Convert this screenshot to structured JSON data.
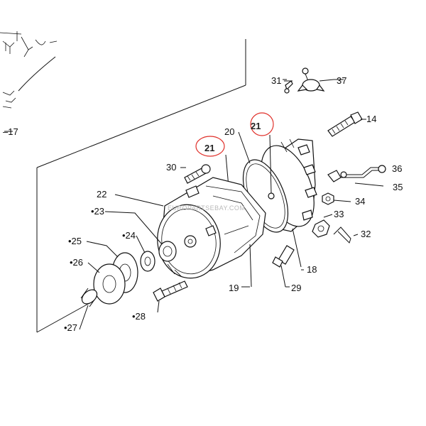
{
  "diagram": {
    "watermark": "EUROPARTSEBAY.COM",
    "callouts": [
      {
        "id": "c14",
        "text": "14"
      },
      {
        "id": "c17",
        "text": "–17"
      },
      {
        "id": "c18",
        "text": "18"
      },
      {
        "id": "c19",
        "text": "19"
      },
      {
        "id": "c20",
        "text": "20"
      },
      {
        "id": "c21a",
        "text": "21"
      },
      {
        "id": "c21b",
        "text": "21"
      },
      {
        "id": "c22",
        "text": "22"
      },
      {
        "id": "c23",
        "text": "•23"
      },
      {
        "id": "c24",
        "text": "•24"
      },
      {
        "id": "c25",
        "text": "•25"
      },
      {
        "id": "c26",
        "text": "•26"
      },
      {
        "id": "c27",
        "text": "•27"
      },
      {
        "id": "c28",
        "text": "•28"
      },
      {
        "id": "c29",
        "text": "29"
      },
      {
        "id": "c30",
        "text": "30"
      },
      {
        "id": "c31",
        "text": "31"
      },
      {
        "id": "c32",
        "text": "32"
      },
      {
        "id": "c33",
        "text": "33"
      },
      {
        "id": "c34",
        "text": "34"
      },
      {
        "id": "c35",
        "text": "35"
      },
      {
        "id": "c36",
        "text": "36"
      },
      {
        "id": "c37",
        "text": "37"
      }
    ],
    "highlight_color": "#e0302a",
    "line_color": "#111111"
  }
}
